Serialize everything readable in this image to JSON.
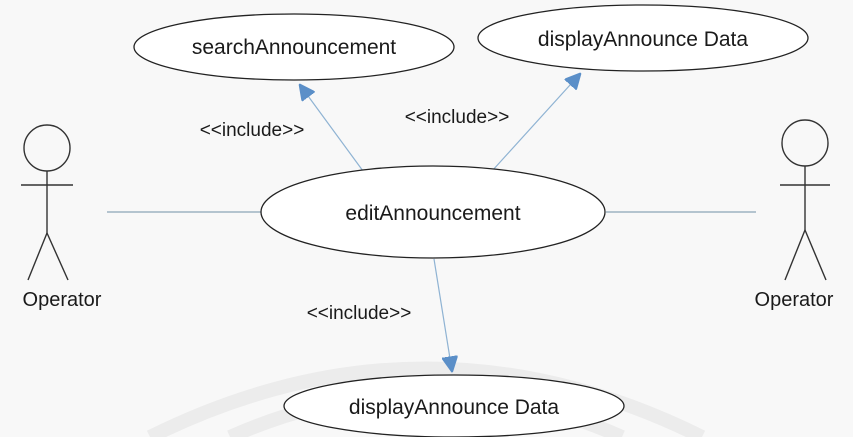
{
  "diagram": {
    "actors": {
      "left": {
        "label": "Operator"
      },
      "right": {
        "label": "Operator"
      }
    },
    "usecases": {
      "search": {
        "label": "searchAnnouncement"
      },
      "display_top": {
        "label": "displayAnnounce Data"
      },
      "edit": {
        "label": "editAnnouncement"
      },
      "display_bottom": {
        "label": "displayAnnounce Data"
      }
    },
    "relations": {
      "include_search": {
        "label": "<<include>>"
      },
      "include_display_top": {
        "label": "<<include>>"
      },
      "include_display_bottom": {
        "label": "<<include>>"
      }
    }
  }
}
